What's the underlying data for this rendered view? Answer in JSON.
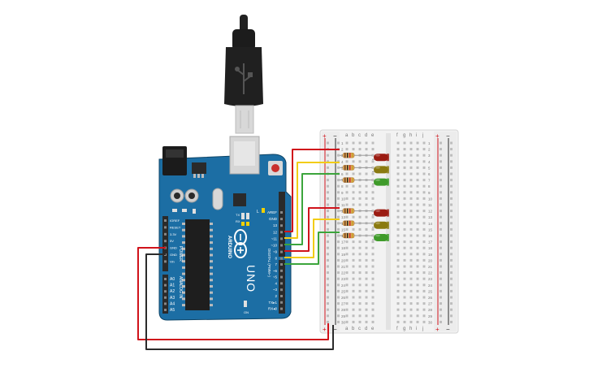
{
  "colors": {
    "board": "#1c6ea4",
    "board_dark": "#14557f",
    "board_edge": "#0f4668",
    "header": "#2a2a2a",
    "breadboard": "#f1f1f1",
    "breadboard_rail": "#e8e8e8",
    "wire_red": "#d0131b",
    "wire_yellow": "#f2cc14",
    "wire_green": "#3ca53c",
    "wire_black": "#2b2b2b",
    "led_red": "#9b1b12",
    "led_yellow": "#8a7a10",
    "led_green": "#3f9b2a",
    "resistor": "#d9a55a",
    "usb_plug": "#202020",
    "usb_metal": "#d7d7d7"
  },
  "arduino": {
    "brand": "ARDUINO",
    "model": "UNO",
    "power_label": "POWER",
    "analog_label": "ANALOG IN",
    "digital_label": "DIGITAL (PWM~)",
    "power_pins": [
      "IOREF",
      "RESET",
      "3.3V",
      "5V",
      "GND",
      "GND",
      "Vin"
    ],
    "analog_pins": [
      "A0",
      "A1",
      "A2",
      "A3",
      "A4",
      "A5"
    ],
    "digital_top": [
      "AREF",
      "GND",
      "13",
      "12",
      "~11",
      "~10",
      "~9",
      "8"
    ],
    "digital_bottom": [
      "7",
      "~6",
      "~5",
      "4",
      "~3",
      "2",
      "TX▸1",
      "RX◂0"
    ],
    "misc_labels": [
      "L",
      "TX",
      "RX",
      "ON"
    ]
  },
  "breadboard": {
    "left_letters": [
      "a",
      "b",
      "c",
      "d",
      "e"
    ],
    "right_letters": [
      "f",
      "g",
      "h",
      "i",
      "j"
    ],
    "row_numbers": [
      "1",
      "2",
      "3",
      "4",
      "5",
      "6",
      "7",
      "8",
      "9",
      "10",
      "11",
      "12",
      "13",
      "14",
      "15",
      "16",
      "17",
      "18",
      "19",
      "20",
      "21",
      "22",
      "23",
      "24",
      "25",
      "26",
      "27",
      "28",
      "29",
      "30"
    ],
    "rail_plus": "+",
    "rail_minus": "−"
  },
  "leds": [
    {
      "name": "led-red-top",
      "color": "red",
      "row": 3
    },
    {
      "name": "led-yellow-top",
      "color": "yellow",
      "row": 5
    },
    {
      "name": "led-green-top",
      "color": "green",
      "row": 7
    },
    {
      "name": "led-red-bottom",
      "color": "red",
      "row": 12
    },
    {
      "name": "led-yellow-bottom",
      "color": "yellow",
      "row": 14
    },
    {
      "name": "led-green-bottom",
      "color": "green",
      "row": 16
    }
  ],
  "connections": [
    {
      "from": "pin-12",
      "to": "row-3",
      "color": "red"
    },
    {
      "from": "pin-11",
      "to": "row-5",
      "color": "yellow"
    },
    {
      "from": "pin-10",
      "to": "row-7",
      "color": "green"
    },
    {
      "from": "pin-9",
      "to": "row-12",
      "color": "red"
    },
    {
      "from": "pin-8",
      "to": "row-14",
      "color": "yellow"
    },
    {
      "from": "pin-7",
      "to": "row-16",
      "color": "green"
    },
    {
      "from": "5V",
      "to": "rail-plus",
      "color": "red"
    },
    {
      "from": "GND",
      "to": "rail-minus",
      "color": "black"
    }
  ]
}
